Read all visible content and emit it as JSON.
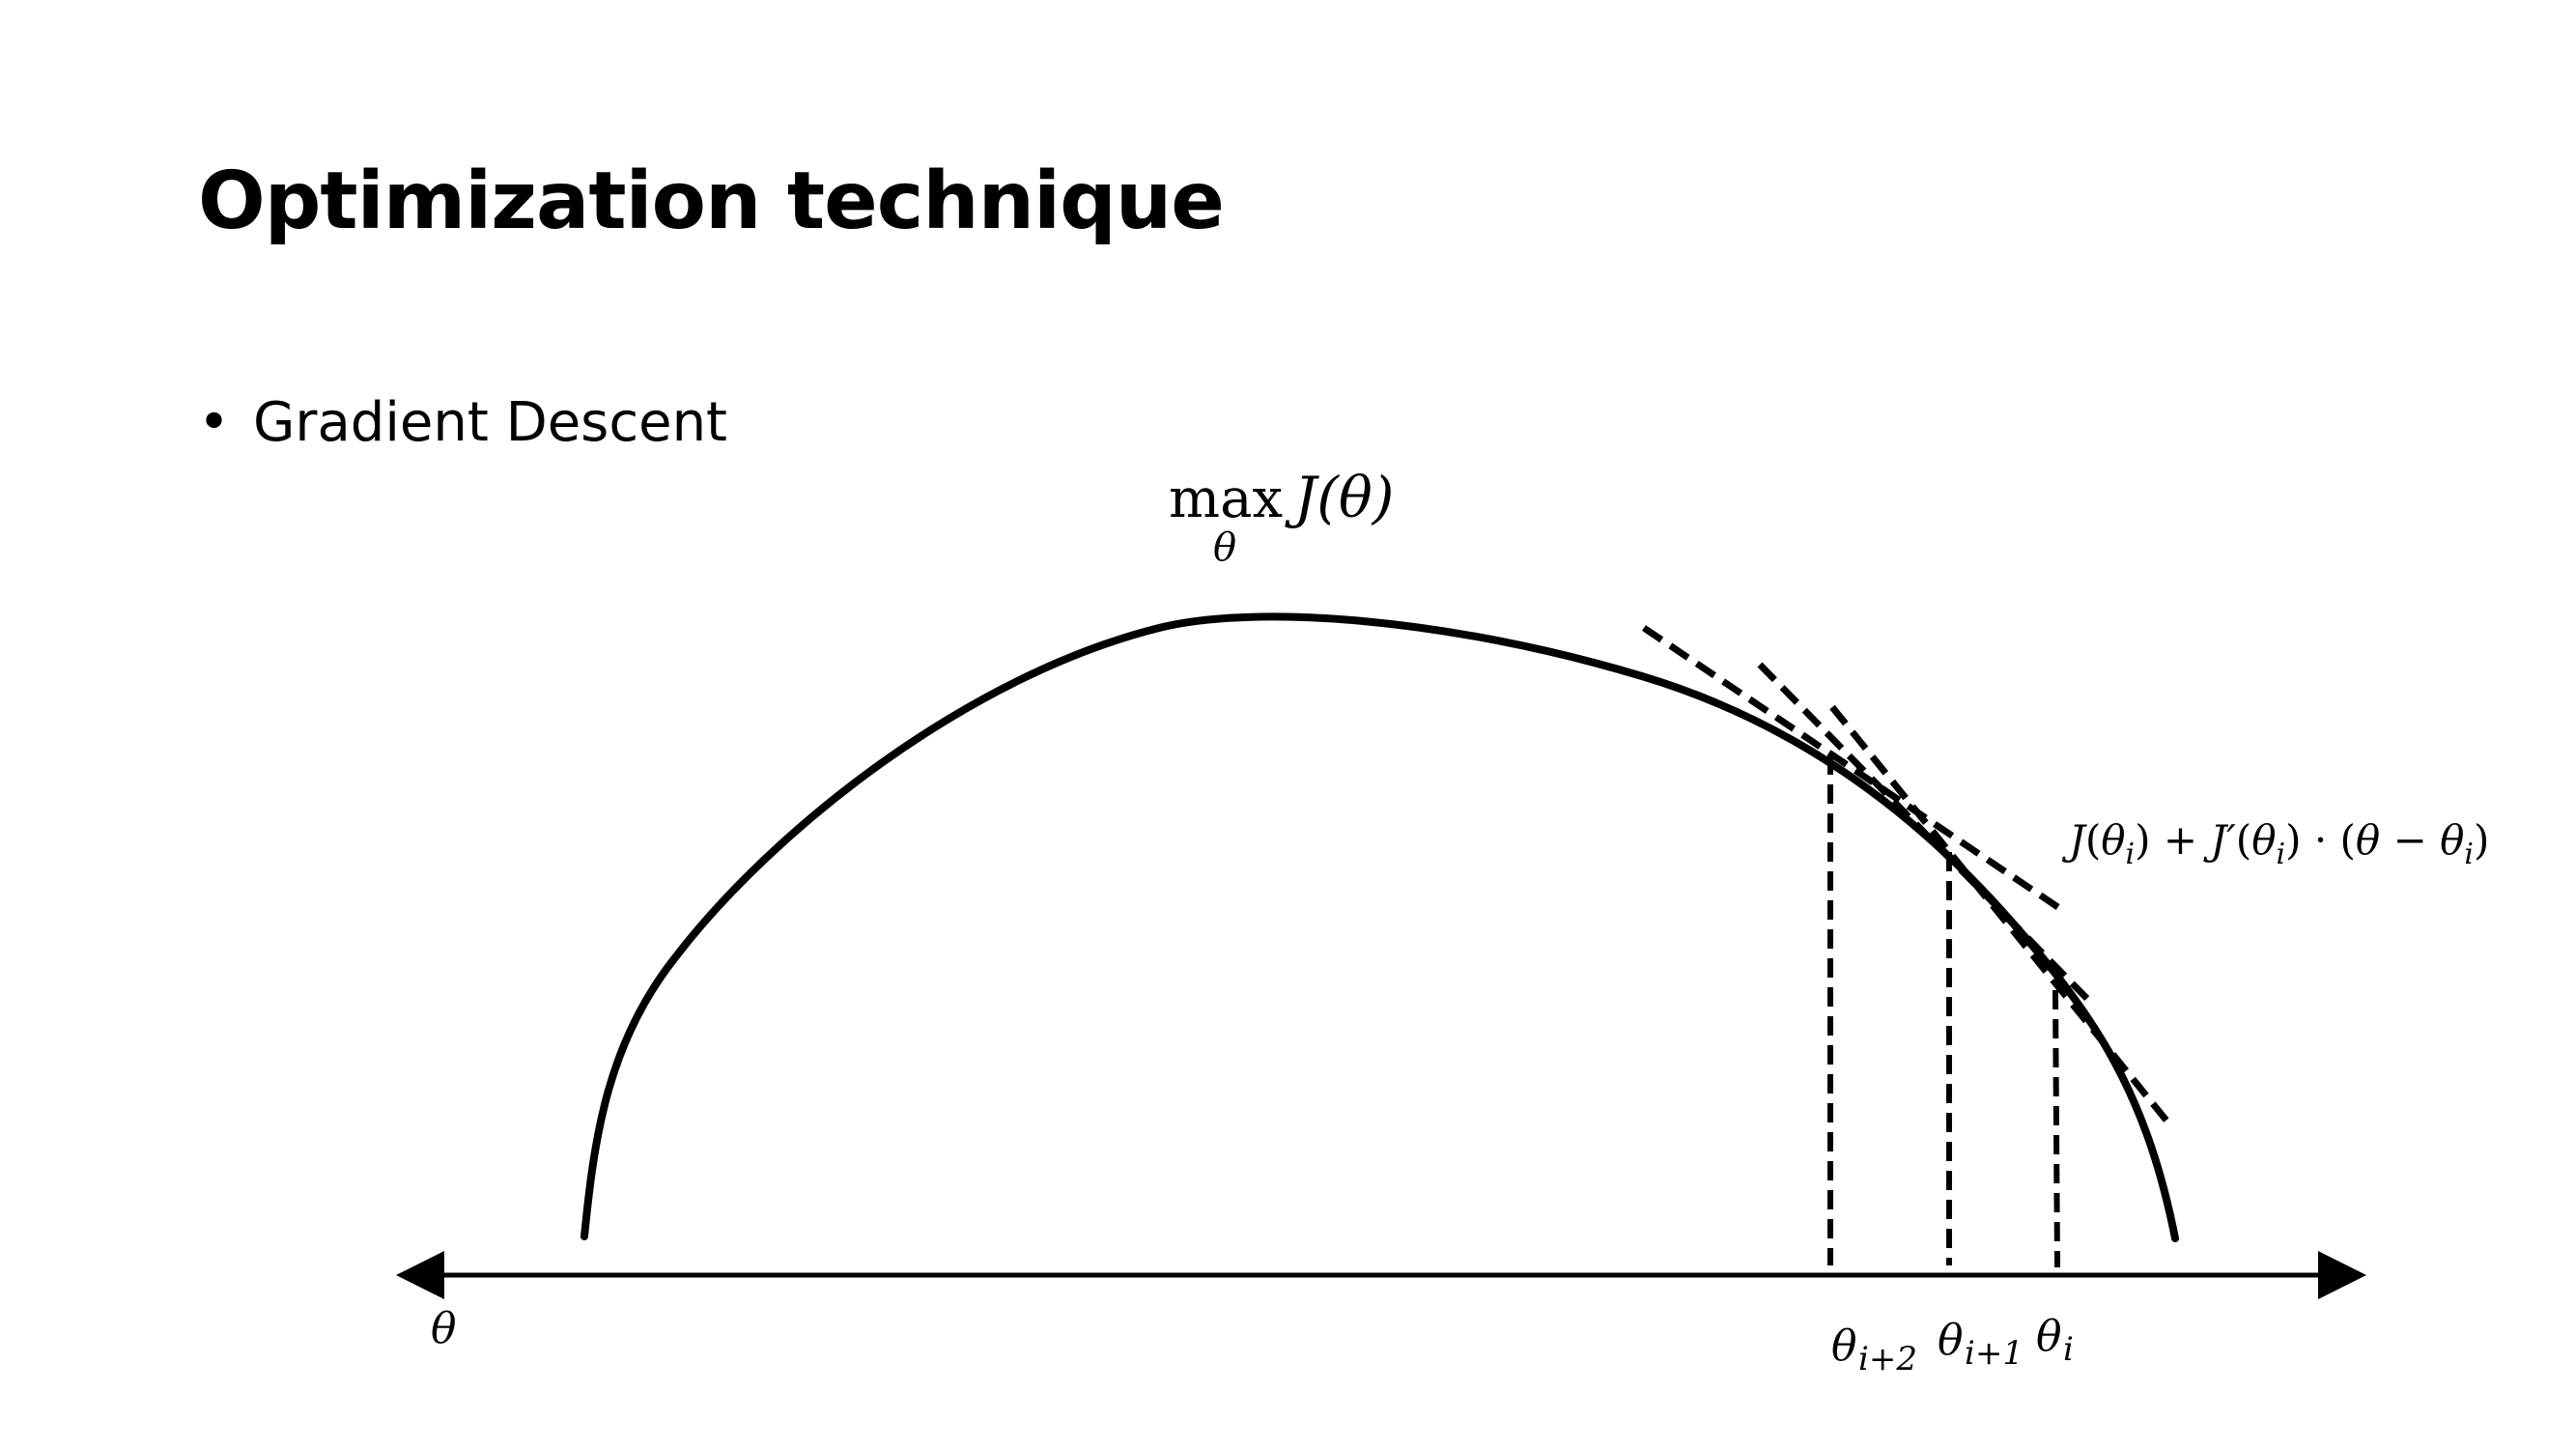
{
  "slide": {
    "title": "Optimization technique",
    "bullets": [
      {
        "marker": "•",
        "text": "Gradient Descent"
      }
    ]
  },
  "diagram": {
    "objective": {
      "operator": "max",
      "operator_subscript": "θ",
      "function": "J(θ)"
    },
    "tangent_label": "J(θ",
    "tangent_label_parts": {
      "j": "J",
      "open": "(",
      "theta": "θ",
      "sub_i": "i",
      "close_plus": ") + ",
      "jprime": "J′",
      "open2": "(",
      "theta2": "θ",
      "sub_i2": "i",
      "close_dot": ") · (",
      "theta3": "θ",
      "minus": " − ",
      "theta4": "θ",
      "sub_i3": "i",
      "close_end": ")"
    },
    "axis_label": "θ",
    "iterates": [
      {
        "symbol": "θ",
        "subscript": "i+2"
      },
      {
        "symbol": "θ",
        "subscript": "i+1"
      },
      {
        "symbol": "θ",
        "subscript": "i"
      }
    ],
    "stroke_color": "#000000"
  }
}
